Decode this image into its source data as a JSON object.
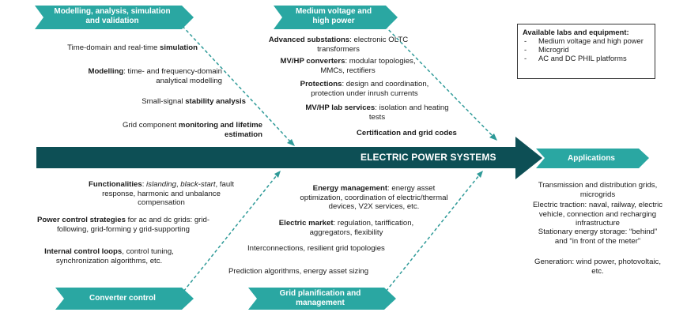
{
  "colors": {
    "teal": "#2aa7a2",
    "dark_teal": "#0d4f55",
    "dashed": "#2e9a98"
  },
  "spine": {
    "title": "ELECTRIC POWER SYSTEMS"
  },
  "tags": {
    "modelling": {
      "line1": "Modelling, analysis, simulation",
      "line2": "and validation"
    },
    "mv": {
      "line1": "Medium voltage and",
      "line2": "high power"
    },
    "converter": {
      "label": "Converter control"
    },
    "grid": {
      "line1": "Grid planification and",
      "line2": "management"
    },
    "applications": {
      "label": "Applications"
    }
  },
  "modelling_items": {
    "i1_a": "Time-domain and real-time ",
    "i1_b": "simulation",
    "i2_a": "Modelling",
    "i2_b": ": time- and frequency-domain",
    "i2_c": "analytical modelling",
    "i3_a": "Small-signal ",
    "i3_b": "stability analysis",
    "i4_a": "Grid component ",
    "i4_b": "monitoring and lifetime",
    "i4_c": "estimation"
  },
  "mv_items": {
    "i1_a": "Advanced substations",
    "i1_b": ": electronic OLTC",
    "i1_c": "transformers",
    "i2_a": "MV/HP converters",
    "i2_b": ": modular topologies,",
    "i2_c": "MMCs, rectifiers",
    "i3_a": "Protections",
    "i3_b": ": design and coordination,",
    "i3_c": "protection under inrush currents",
    "i4_a": "MV/HP lab services",
    "i4_b": ": isolation and heating",
    "i4_c": "tests",
    "i5": "Certification and grid codes"
  },
  "converter_items": {
    "i1_a": "Functionalities",
    "i1_b": ": ",
    "i1_c": "islanding",
    "i1_d": ", ",
    "i1_e": "black-start",
    "i1_f": ", fault",
    "i1_g": "response, harmonic and unbalance",
    "i1_h": "compensation",
    "i2_a": "Power control strategies",
    "i2_b": " for ac and dc grids: grid-",
    "i2_c": "following, grid-forming y grid-supporting",
    "i3_a": "Internal control loops",
    "i3_b": ", control tuning,",
    "i3_c": "synchronization algorithms, etc."
  },
  "grid_items": {
    "i1_a": "Energy management",
    "i1_b": ": energy asset",
    "i1_c": "optimization, coordination of electric/thermal",
    "i1_d": "devices, V2X services, etc.",
    "i2_a": "Electric market",
    "i2_b": ": regulation, tariffication,",
    "i2_c": "aggregators, flexibility",
    "i3": "Interconnections, resilient grid topologies",
    "i4": "Prediction algorithms, energy asset sizing"
  },
  "applications_items": {
    "i1_a": "Transmission and distribution grids,",
    "i1_b": "microgrids",
    "i2_a": "Electric traction: naval, railway, electric",
    "i2_b": "vehicle, connection and recharging",
    "i2_c": "infrastructure",
    "i3_a": "Stationary energy storage: “behind”",
    "i3_b": "and “in front of the meter”",
    "i4_a": "Generation: wind power, photovoltaic,",
    "i4_b": "etc."
  },
  "labs": {
    "heading": "Available labs and equipment:",
    "items": [
      "Medium voltage and high power",
      "Microgrid",
      "AC and DC PHIL platforms"
    ]
  }
}
